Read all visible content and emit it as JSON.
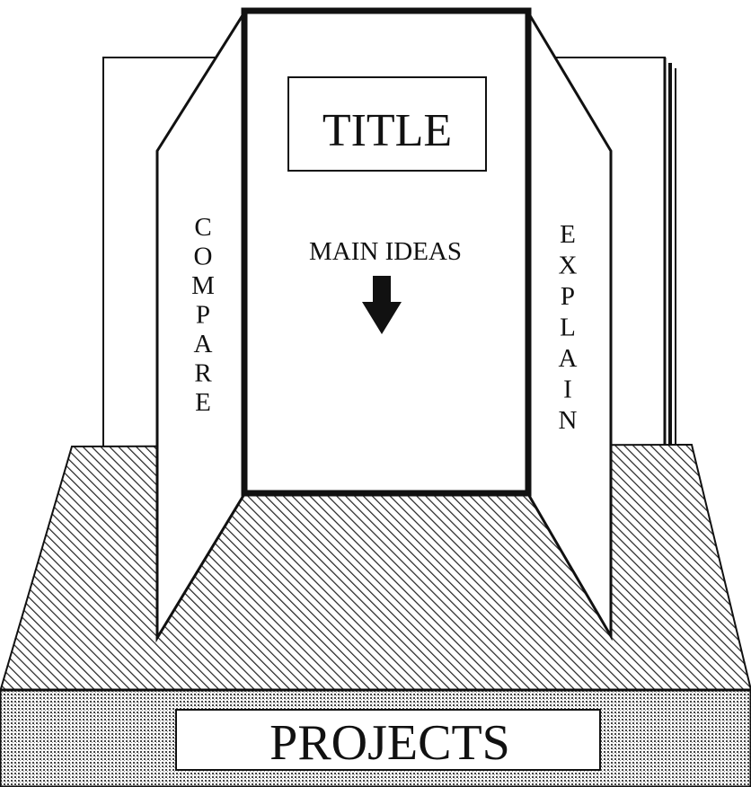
{
  "board": {
    "title_label": "TITLE",
    "center_label": "MAIN IDEAS",
    "left_panel_letters": [
      "C",
      "O",
      "M",
      "P",
      "A",
      "R",
      "E"
    ],
    "right_panel_letters": [
      "E",
      "X",
      "P",
      "L",
      "A",
      "I",
      "N"
    ],
    "arrow_icon": "down-arrow-icon"
  },
  "base": {
    "label": "PROJECTS"
  },
  "colors": {
    "ink": "#111111",
    "paper": "#ffffff"
  }
}
